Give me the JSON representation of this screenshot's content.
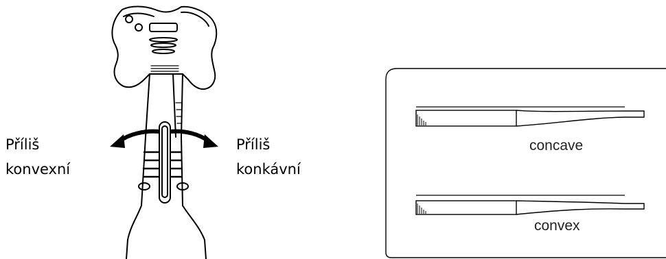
{
  "labels": {
    "left_line1": "Příliš",
    "left_line2": "konvexní",
    "right_line1": "Příliš",
    "right_line2": "konkávní"
  },
  "neck_panel": {
    "concave_caption": "concave",
    "convex_caption": "convex"
  },
  "icons": [
    "guitar-illustration",
    "rotate-left-arrow-icon",
    "rotate-right-arrow-icon",
    "truss-rod-wrench-icon"
  ]
}
